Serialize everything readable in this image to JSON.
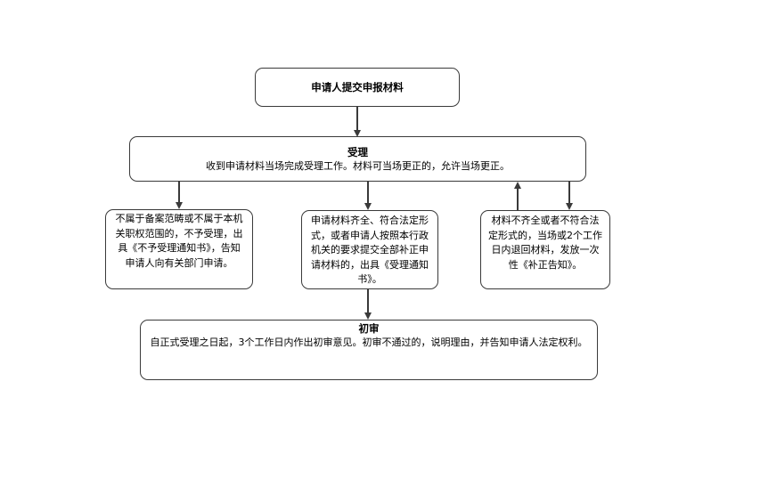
{
  "nodes": {
    "start": {
      "title": "申请人提交申报材料"
    },
    "accept": {
      "title": "受理",
      "body": "收到申请材料当场完成受理工作。材料可当场更正的，允许当场更正。"
    },
    "reject": {
      "body": "不属于备案范畴或不属于本机关职权范围的，不予受理，出具《不予受理通知书》，告知申请人向有关部门申请。"
    },
    "complete": {
      "body": "申请材料齐全、符合法定形式，或者申请人按照本行政机关的要求提交全部补正申请材料的，出具《受理通知书》。"
    },
    "incomplete": {
      "body": "材料不齐全或者不符合法定形式的，当场或2个工作日内退回材料，发放一次性《补正告知》。"
    },
    "review": {
      "title": "初审",
      "body": "自正式受理之日起，3个工作日内作出初审意见。初审不通过的，说明理由，并告知申请人法定权利。"
    }
  },
  "colors": {
    "line": "#3a3a3a",
    "border": "#3a3a3a",
    "background": "#ffffff"
  }
}
